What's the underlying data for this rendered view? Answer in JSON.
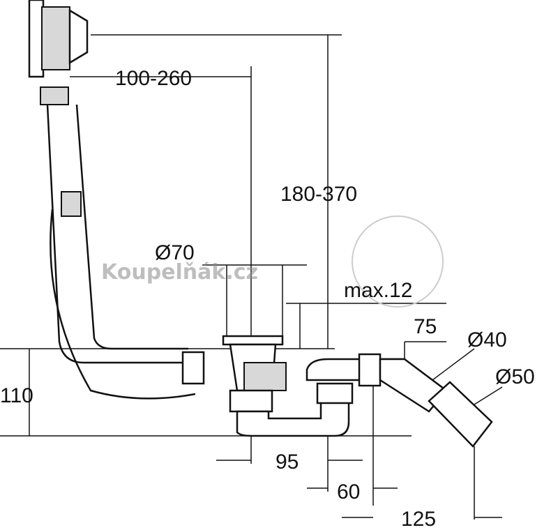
{
  "dimensions": {
    "overflow_reach": "100-260",
    "height_range": "180-370",
    "drain_diameter": "Ø70",
    "max_thickness": "max.12",
    "outlet_offset": "75",
    "pipe_diameter_small": "Ø40",
    "pipe_diameter_large": "Ø50",
    "trap_height": "110",
    "drain_to_trap": "95",
    "trap_to_outlet": "60",
    "outlet_length": "125"
  },
  "watermark": "Koupelňák.cz"
}
